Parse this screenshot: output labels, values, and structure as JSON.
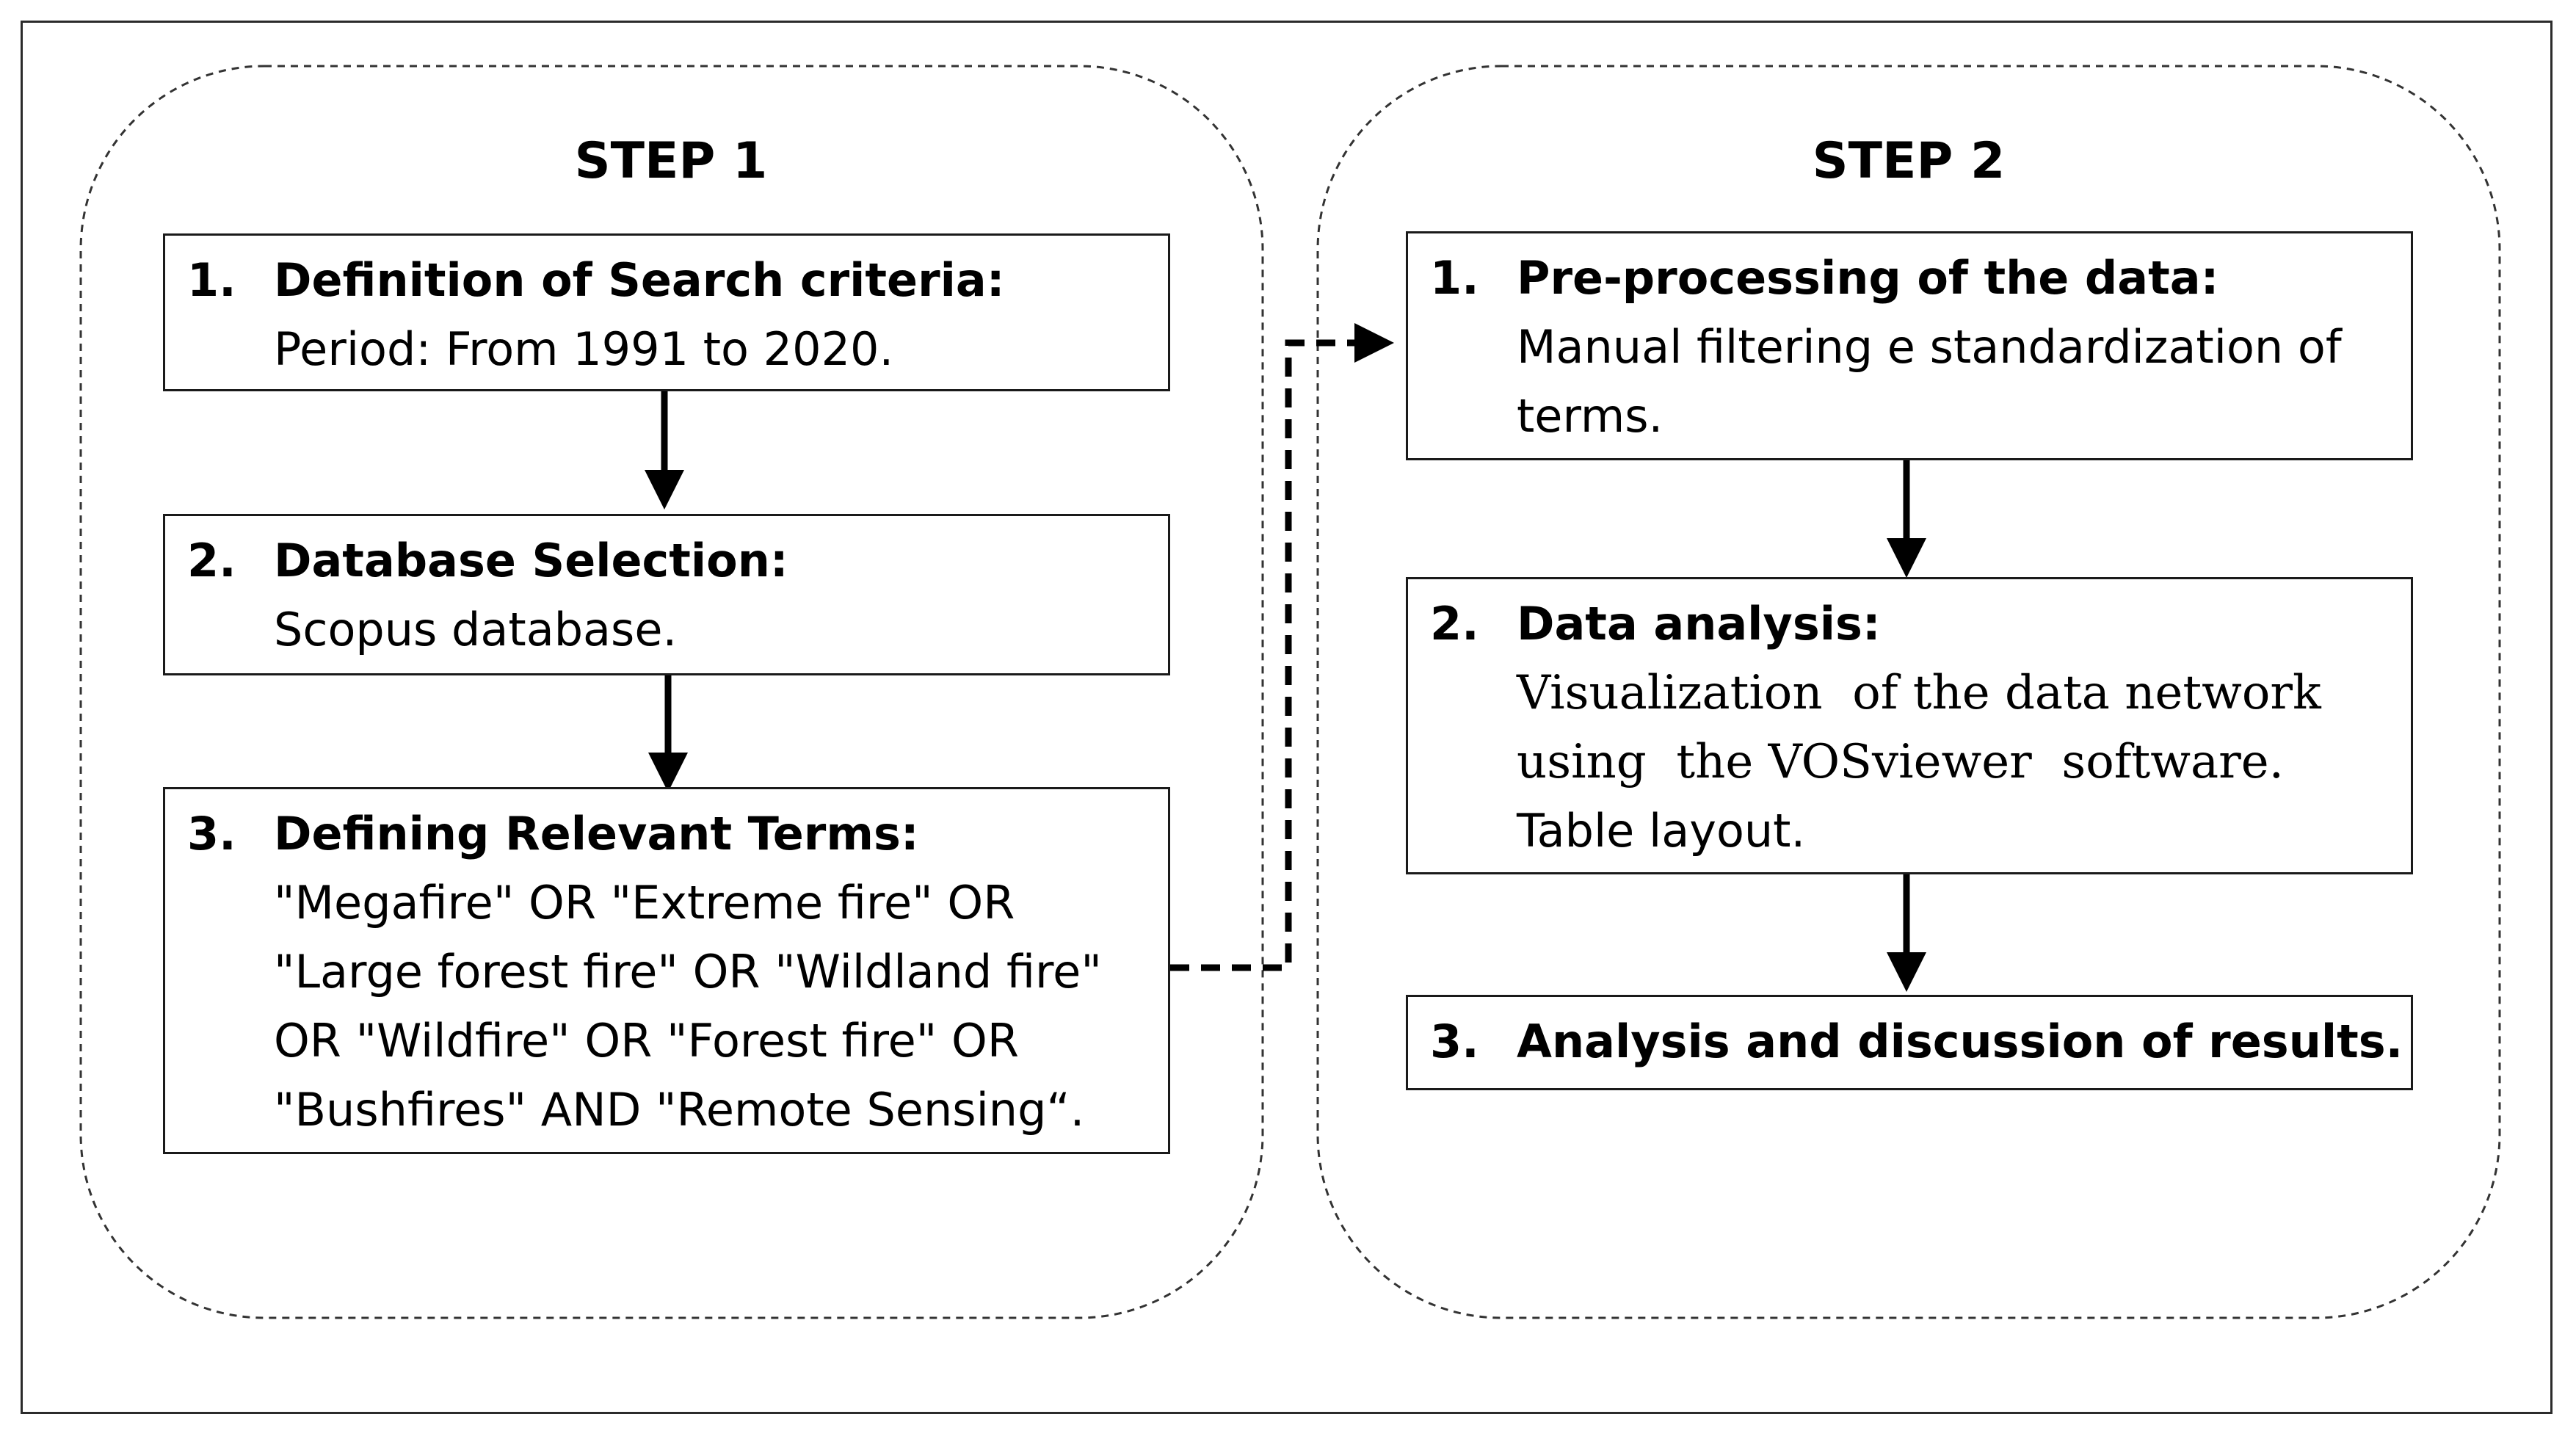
{
  "step1": {
    "title": "STEP 1",
    "items": [
      {
        "num": "1.",
        "heading": "Definition of Search criteria:",
        "text": "Period: From 1991 to 2020."
      },
      {
        "num": "2.",
        "heading": "Database Selection:",
        "text": "Scopus database."
      },
      {
        "num": "3.",
        "heading": "Defining Relevant Terms:",
        "text": "\"Megafire\" OR \"Extreme fire\" OR\n\"Large forest fire\" OR \"Wildland fire\"\nOR \"Wildfire\" OR \"Forest fire\" OR\n\"Bushfires\" AND \"Remote Sensing“."
      }
    ]
  },
  "step2": {
    "title": "STEP 2",
    "items": [
      {
        "num": "1.",
        "heading": "Pre-processing of the data:",
        "text": "Manual filtering e standardization of\nterms."
      },
      {
        "num": "2.",
        "heading": "Data analysis:",
        "text_serif": "Visualization  of the data network\nusing  the VOSviewer  software.",
        "text": "Table layout."
      },
      {
        "num": "3.",
        "heading": "Analysis and discussion of results."
      }
    ]
  }
}
